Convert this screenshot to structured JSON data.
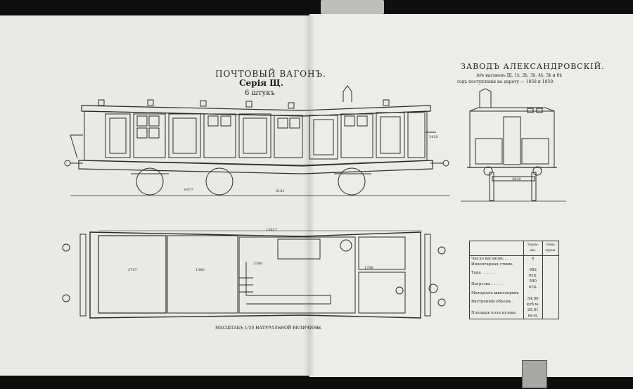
{
  "drawing": {
    "title": "ПОЧТОВЫЙ ВАГОНЪ.",
    "series": "Серія Щ.",
    "count": "6 штукъ",
    "factory": "ЗАВОДЪ АЛЕКСАНДРОВСКІЙ.",
    "wagon_numbers": "№№ вагоновъ Щ. 1ѣ, 2ѣ, 3ѣ, 4ѣ, 5ѣ и 6ѣ",
    "year_note": "годъ поступленія на дорогу — 1858 и 1859.",
    "scale_note": "МАСШТАБЪ 1/50 НАТУРАЛЬНОЙ ВЕЛИЧИНЫ.",
    "dimensions": {
      "overall_length": "13627",
      "wheelbase_1": "6477",
      "wheelbase_2": "5181",
      "side_height": "2420",
      "end_width": "2620",
      "interior_1": "2707",
      "interior_2": "1360",
      "interior_3": "3580",
      "interior_4": "1708"
    }
  },
  "spec_table": {
    "header_1": "Терем-ніе.",
    "header_2": "Ново терем.",
    "rows": [
      {
        "label": "Число вагоновъ . . .",
        "value": "6"
      },
      {
        "label": "Инвентарная стоим.",
        "value": ""
      },
      {
        "label": "Тара . . . . . .",
        "value": "982 пуд."
      },
      {
        "label": "Нагрузка . . . . .",
        "value": "500 пуд."
      },
      {
        "label": "Матеріалъ швеллеровъ",
        "value": ""
      },
      {
        "label": "Внутренній объемъ .",
        "value": "54,86 куб.м."
      },
      {
        "label": "Площадь пола кузова",
        "value": "29,81 кв.м."
      }
    ]
  }
}
